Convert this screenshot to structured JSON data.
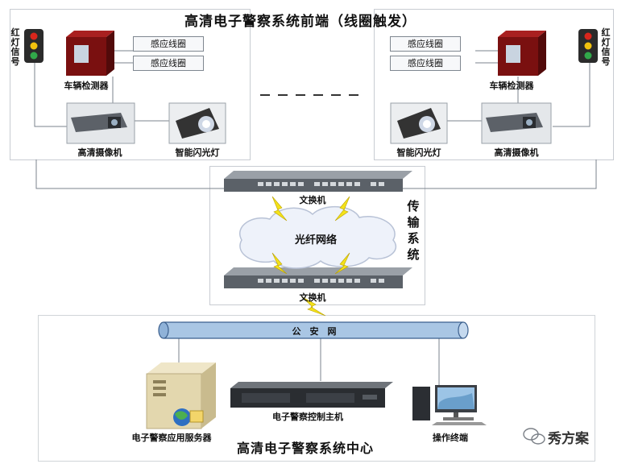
{
  "front_end": {
    "title": "高清电子警察系统前端（线圈触发）",
    "left": {
      "signal_label": [
        "红",
        "灯",
        "信",
        "号"
      ],
      "coils": [
        "感应线圈",
        "感应线圈"
      ],
      "detector": "车辆检测器",
      "camera": "高清摄像机",
      "flash": "智能闪光灯"
    },
    "right": {
      "signal_label": [
        "红",
        "灯",
        "信",
        "号"
      ],
      "coils": [
        "感应线圈",
        "感应线圈"
      ],
      "detector": "车辆检测器",
      "camera": "高清摄像机",
      "flash": "智能闪光灯"
    }
  },
  "transmission": {
    "label": [
      "传",
      "输",
      "系",
      "统"
    ],
    "switch_top": "文换机",
    "switch_bottom": "文换机",
    "cloud": "光纤网络"
  },
  "center": {
    "title": "高清电子警察系统中心",
    "network": "公　安　网",
    "server": "电子警察应用服务器",
    "host": "电子警察控制主机",
    "terminal": "操作终端"
  },
  "watermark": "秀方案",
  "colors": {
    "red": "#d9261c",
    "yellow": "#f2c20e",
    "green": "#31a84a",
    "pipe": "#a9c6e4",
    "bolt": "#f4e21a"
  }
}
